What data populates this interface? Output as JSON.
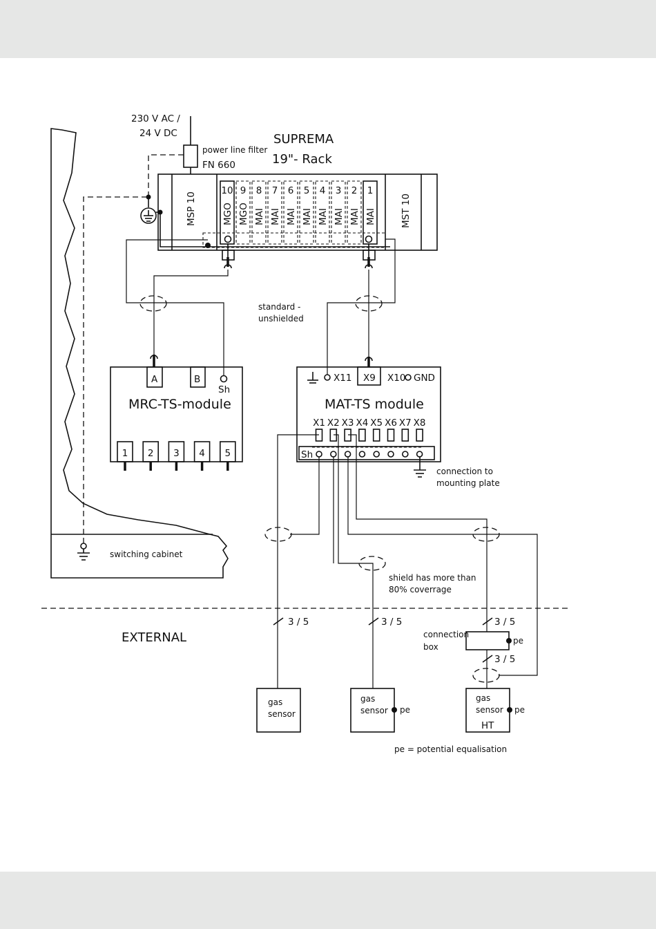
{
  "supply": {
    "line1": "230 V AC /",
    "line2": "24 V DC"
  },
  "filter": {
    "label": "power line filter",
    "model": "FN 660"
  },
  "rack": {
    "title": "SUPREMA",
    "subtitle": "19\"- Rack"
  },
  "rack_left_module": "MSP 10",
  "rack_right_module": "MST 10",
  "slots": [
    {
      "num": "10",
      "name": "MGO"
    },
    {
      "num": "9",
      "name": "MGO"
    },
    {
      "num": "8",
      "name": "MAI"
    },
    {
      "num": "7",
      "name": "MAI"
    },
    {
      "num": "6",
      "name": "MAI"
    },
    {
      "num": "5",
      "name": "MAI"
    },
    {
      "num": "4",
      "name": "MAI"
    },
    {
      "num": "3",
      "name": "MAI"
    },
    {
      "num": "2",
      "name": "MAI"
    },
    {
      "num": "1",
      "name": "MAI"
    }
  ],
  "cable_note": {
    "line1": "standard -",
    "line2": "unshielded"
  },
  "mrc": {
    "title": "MRC-TS-module",
    "pin_a": "A",
    "pin_b": "B",
    "pin_sh": "Sh",
    "terminals": [
      "1",
      "2",
      "3",
      "4",
      "5"
    ]
  },
  "mat": {
    "title": "MAT-TS module",
    "x11": "X11",
    "x9": "X9",
    "x10": "X10",
    "gnd": "GND",
    "inputs": [
      "X1",
      "X2",
      "X3",
      "X4",
      "X5",
      "X6",
      "X7",
      "X8"
    ],
    "sh": "Sh"
  },
  "mounting_note": {
    "line1": "connection to",
    "line2": "mounting plate"
  },
  "cabinet_label": "switching cabinet",
  "shield_note": {
    "line1": "shield has more than",
    "line2": "80% coverrage"
  },
  "external_label": "EXTERNAL",
  "wire_count": "3 / 5",
  "connection_box": {
    "line1": "connection",
    "line2": "box",
    "pe": "pe"
  },
  "sensors": [
    {
      "line1": "gas",
      "line2": "sensor",
      "pe": "",
      "extra": ""
    },
    {
      "line1": "gas",
      "line2": "sensor",
      "pe": "pe",
      "extra": ""
    },
    {
      "line1": "gas",
      "line2": "sensor",
      "pe": "pe",
      "extra": "HT"
    }
  ],
  "pe_legend": "pe = potential equalisation"
}
